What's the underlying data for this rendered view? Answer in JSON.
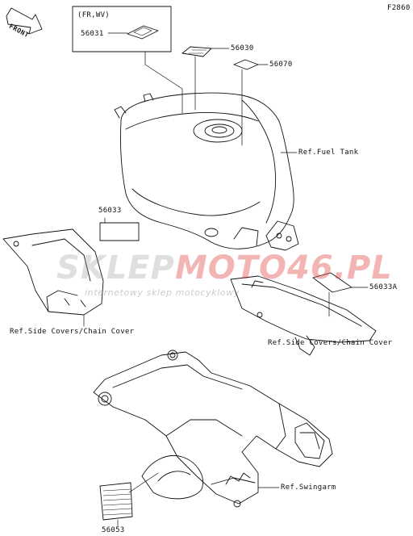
{
  "figure_code": "F2860",
  "direction_label": "FRONT",
  "variant_label": "(FR,WV)",
  "parts": {
    "p56031": "56031",
    "p56030": "56030",
    "p56070": "56070",
    "p56033": "56033",
    "p56033A": "56033A",
    "p56053": "56053"
  },
  "refs": {
    "fuel_tank": "Ref.Fuel Tank",
    "side_covers_left": "Ref.Side Covers/Chain Cover",
    "side_covers_right": "Ref.Side Covers/Chain Cover",
    "swingarm": "Ref.Swingarm"
  },
  "watermark": {
    "brand_a": "SKLEP",
    "brand_b": "MOTO46.PL",
    "tagline": "internetowy sklep motocyklowy"
  }
}
